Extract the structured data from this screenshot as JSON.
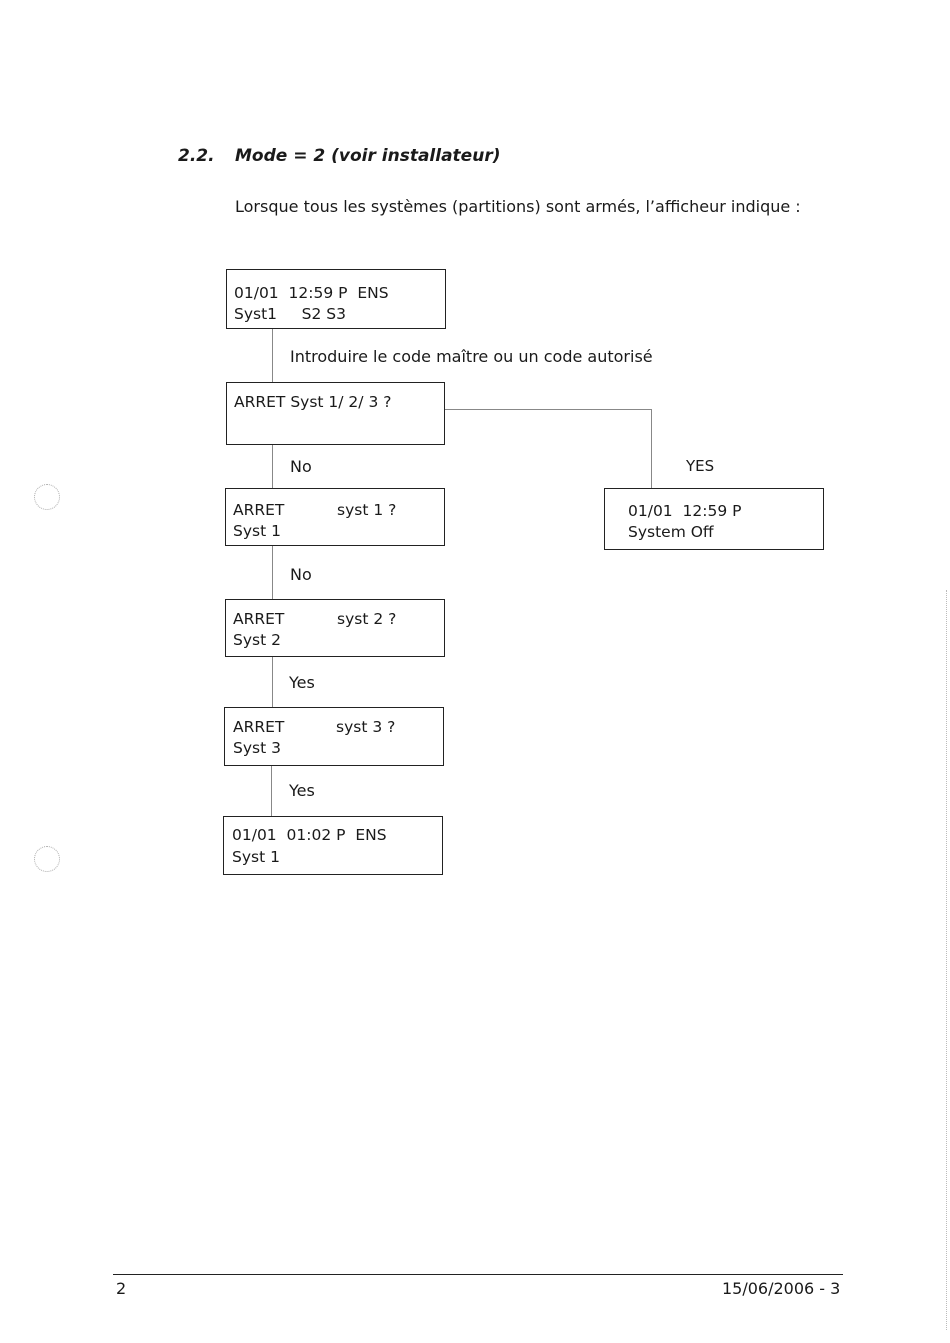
{
  "section": {
    "number": "2.2.",
    "title": "Mode = 2 (voir installateur)",
    "intro": "Lorsque tous les systèmes (partitions) sont armés, l’afficheur indique :"
  },
  "flow": {
    "screen_initial": {
      "line1": "01/01  12:59 P  ENS",
      "line2": "Syst1     S2 S3"
    },
    "step_code": "Introduire le code maître ou un code autorisé",
    "screen_arret_all": {
      "line1": "ARRET Syst 1/ 2/ 3 ?",
      "line2": ""
    },
    "label_no_1": "No",
    "label_yes_all": "YES",
    "screen_system_off": {
      "line1": "01/01  12:59 P",
      "line2": "System Off"
    },
    "screen_arret_1": {
      "line1": "ARRET",
      "line1_right": "syst 1 ?",
      "line2": "Syst 1"
    },
    "label_no_2": "No",
    "screen_arret_2": {
      "line1": "ARRET",
      "line1_right": "syst 2 ?",
      "line2": "Syst 2"
    },
    "label_yes_1": "Yes",
    "screen_arret_3": {
      "line1": "ARRET",
      "line1_right": "syst 3 ?",
      "line2": "Syst 3"
    },
    "label_yes_2": "Yes",
    "screen_final": {
      "line1": "01/01  01:02 P  ENS",
      "line2": "Syst 1"
    }
  },
  "footer": {
    "page_number": "2",
    "date_ref": "15/06/2006 - 3"
  }
}
